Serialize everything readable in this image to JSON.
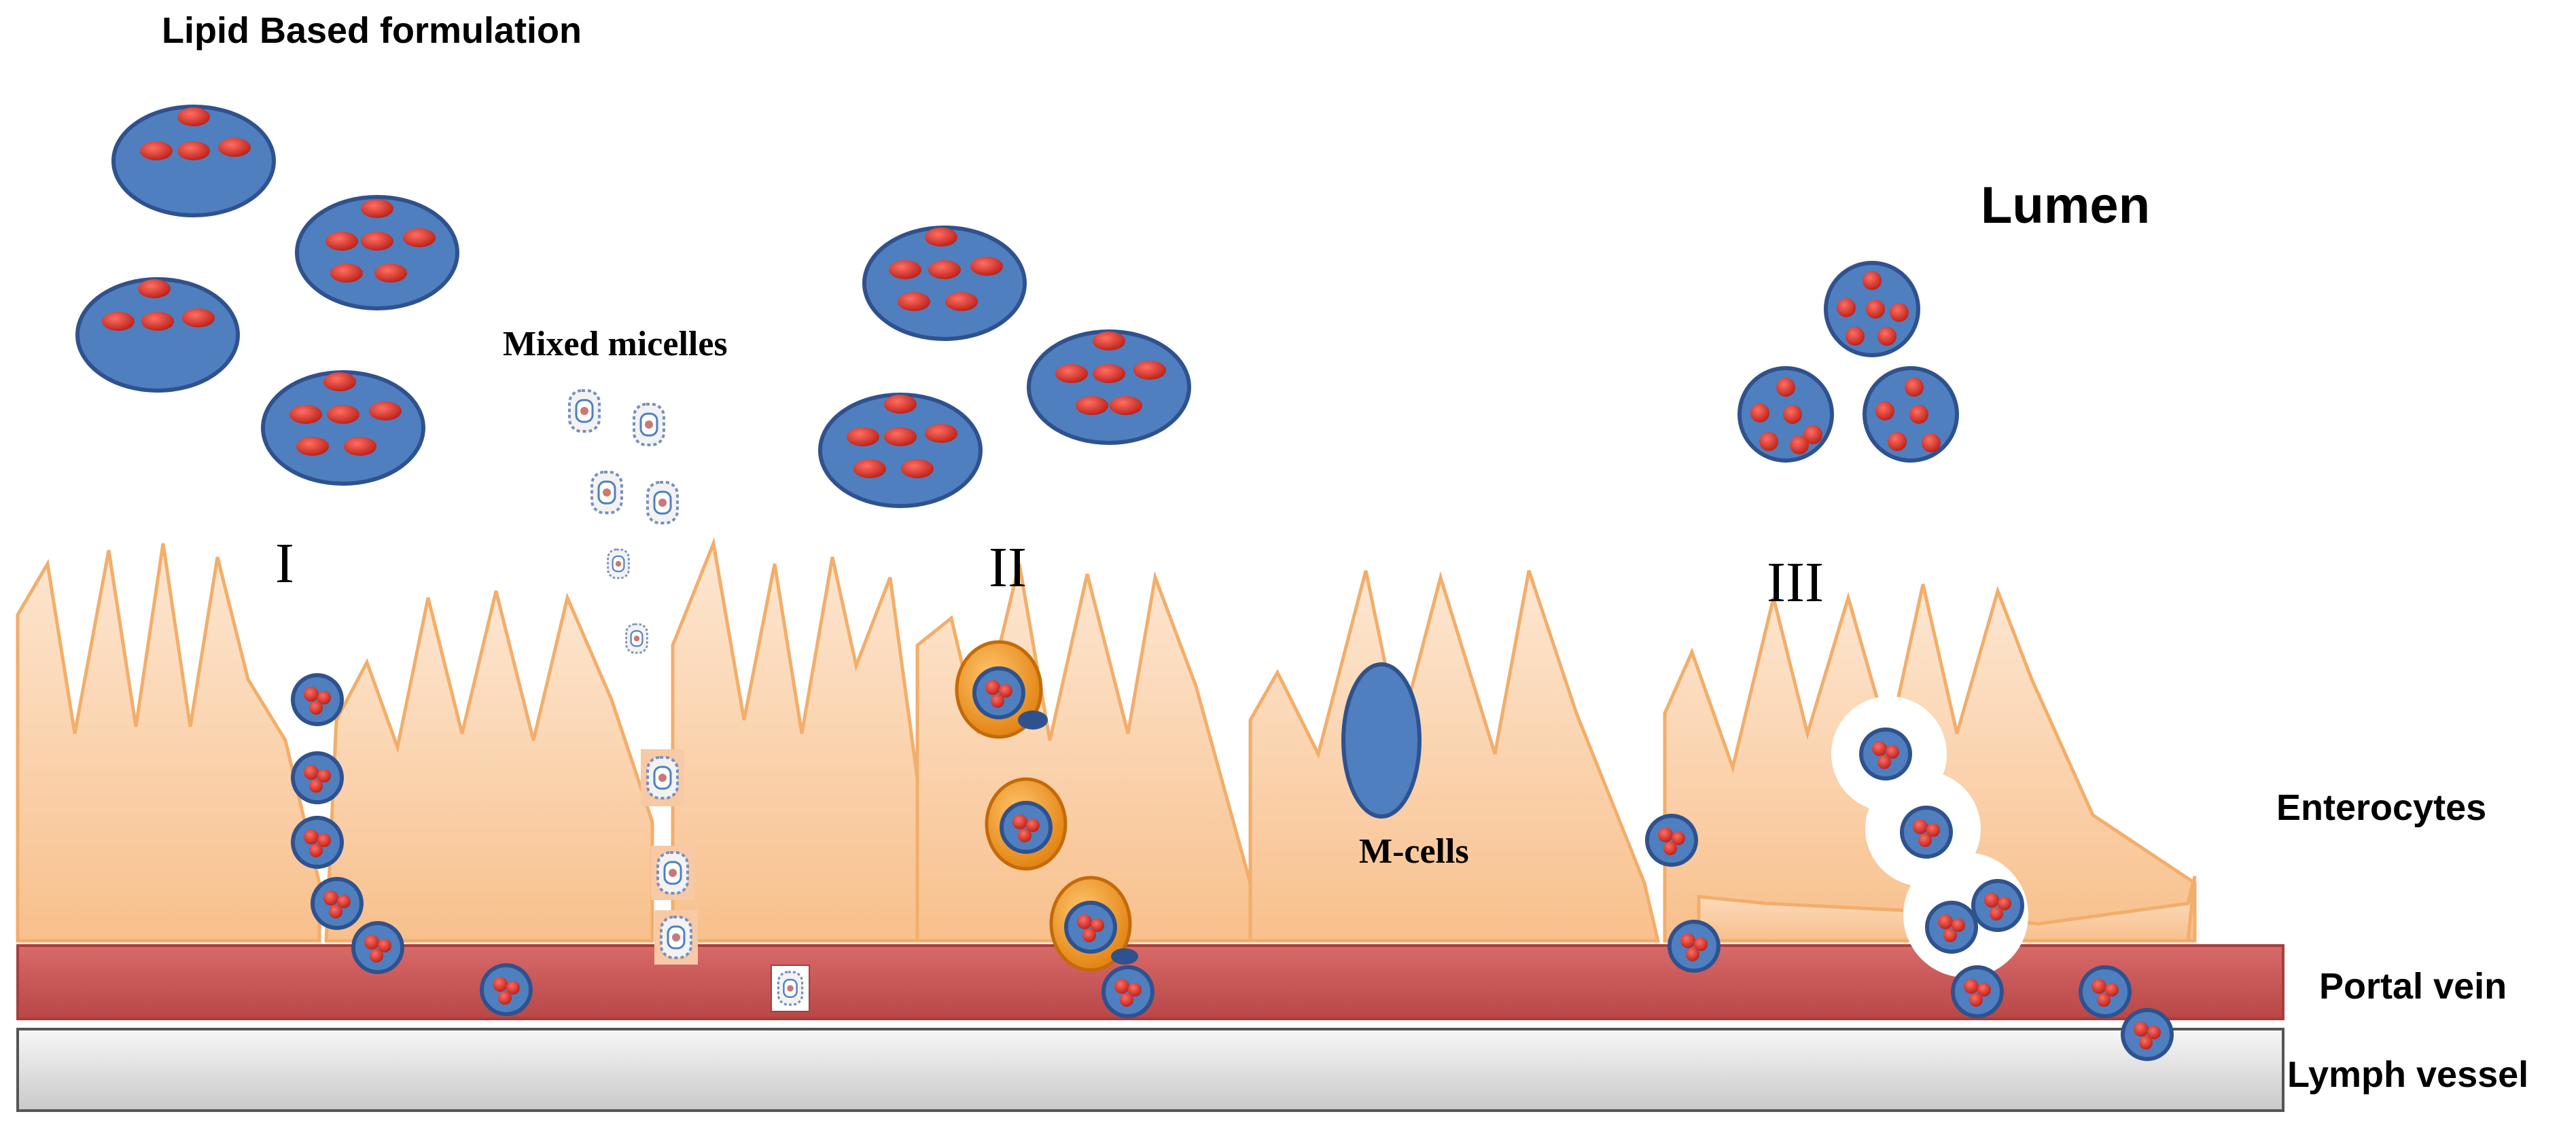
{
  "labels": {
    "title": "Lipid Based formulation",
    "lumen": "Lumen",
    "mixed_micelles": "Mixed micelles",
    "route_1": "I",
    "route_2": "II",
    "route_3": "III",
    "m_cells": "M-cells",
    "enterocytes": "Enterocytes",
    "portal_vein": "Portal vein",
    "lymph_vessel": "Lymph vessel"
  },
  "colors": {
    "droplet_fill": "#4f7fbf",
    "droplet_stroke": "#2f528f",
    "drug_dot": "#d9342b",
    "enterocyte": "#fbcfa2",
    "enterocyte_stroke": "#f2ae6a",
    "portal_vein": "#cd5b5a",
    "lymph_vessel": "#e6e6e6",
    "carrier": "#f29b22",
    "text": "#000000"
  },
  "icons": {
    "formulation_droplet": "lipid-droplet-icon",
    "micelle": "mixed-micelle-icon",
    "particle": "drug-particle-icon",
    "carrier_cell": "carrier-vesicle-icon"
  }
}
